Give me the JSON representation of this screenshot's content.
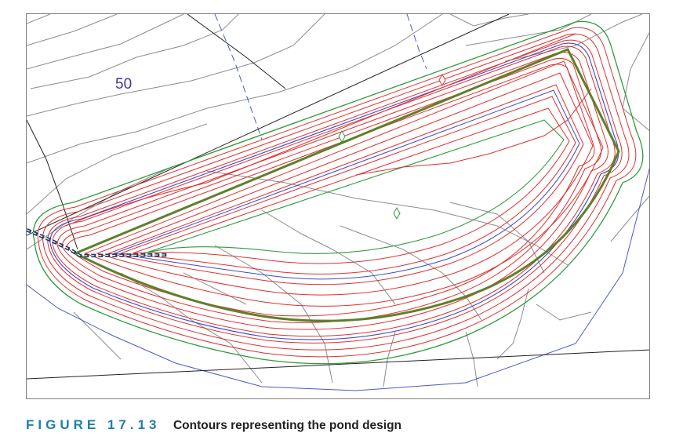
{
  "figure": {
    "label": "FIGURE 17.13",
    "caption": "Contours representing the pond design"
  },
  "drawing": {
    "elevation_label": "50",
    "colors": {
      "existing_contour": "#8c8c8c",
      "design_contour": "#e03030",
      "major_contour": "#3a4acb",
      "daylight": "#2f9a3c",
      "top_of_berm": "#5f7f2a",
      "parcel_line": "#222222",
      "alignment": "#4a5ac8",
      "pipe": "#1f3f66"
    },
    "legend": []
  }
}
